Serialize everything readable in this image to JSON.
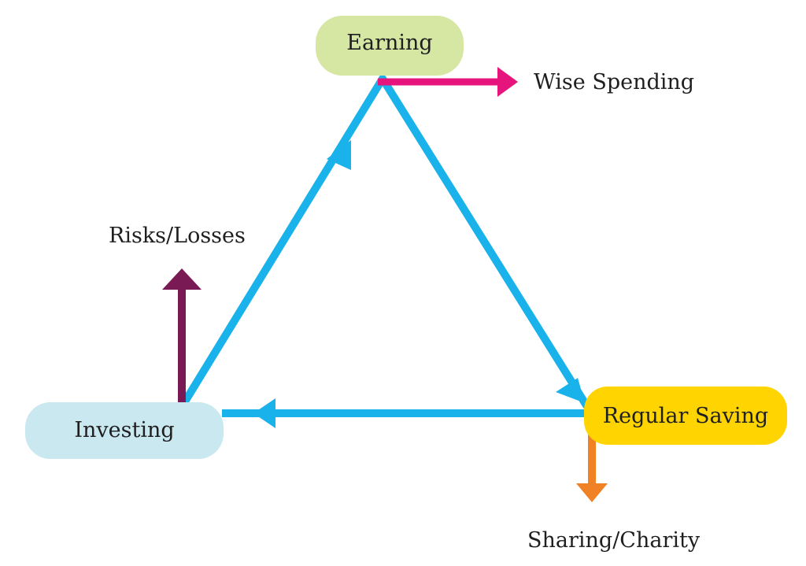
{
  "diagram": {
    "nodes": {
      "earning": {
        "label": "Earning",
        "color": "#d6e6a3"
      },
      "regular_saving": {
        "label": "Regular Saving",
        "color": "#ffd400"
      },
      "investing": {
        "label": "Investing",
        "color": "#c9e8ef"
      }
    },
    "cycle": {
      "color": "#1ab2ea",
      "flow": [
        "Earning",
        "Regular Saving",
        "Investing",
        "Earning"
      ]
    },
    "outflows": {
      "wise_spending": {
        "label": "Wise Spending",
        "from": "Earning",
        "color": "#e6157e"
      },
      "sharing_charity": {
        "label": "Sharing/Charity",
        "from": "Regular Saving",
        "color": "#f08125"
      },
      "risks_losses": {
        "label": "Risks/Losses",
        "from": "Investing",
        "color": "#7a1a55"
      }
    }
  }
}
